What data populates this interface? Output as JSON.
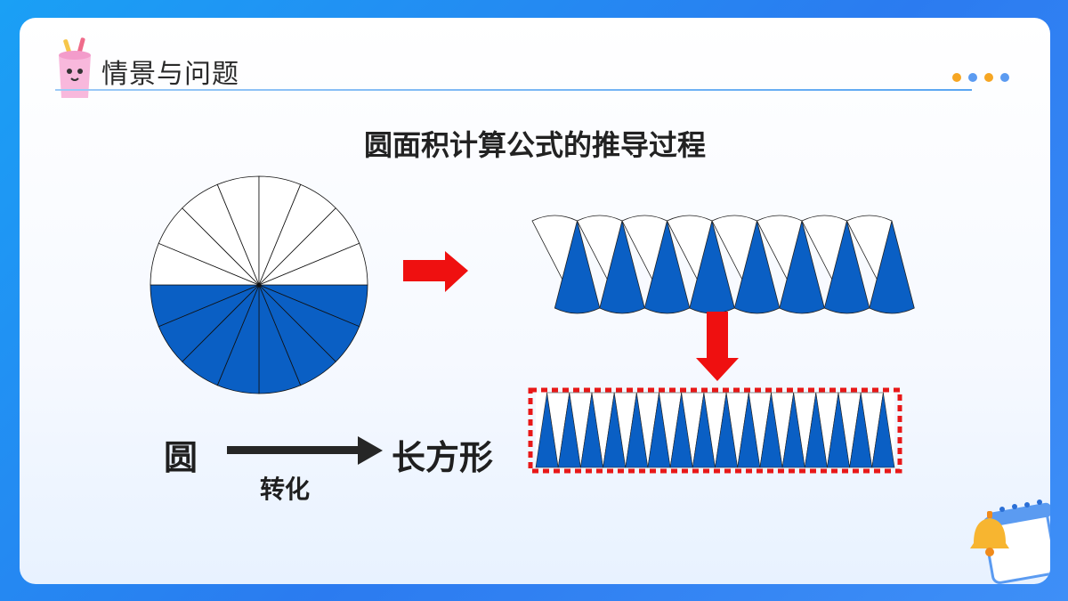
{
  "header": {
    "title": "情景与问题"
  },
  "main": {
    "title": "圆面积计算公式的推导过程"
  },
  "labels": {
    "from_shape": "圆",
    "to_shape": "长方形",
    "action": "转化"
  },
  "colors": {
    "blue": "#0a5fc4",
    "arrow_red": "#ef1010",
    "dash_red": "#e81818",
    "dot_orange": "#f6a623",
    "dot_blue": "#4e8ff0"
  },
  "icons": [
    "pencil-cup-icon",
    "bell-notepad-icon"
  ]
}
